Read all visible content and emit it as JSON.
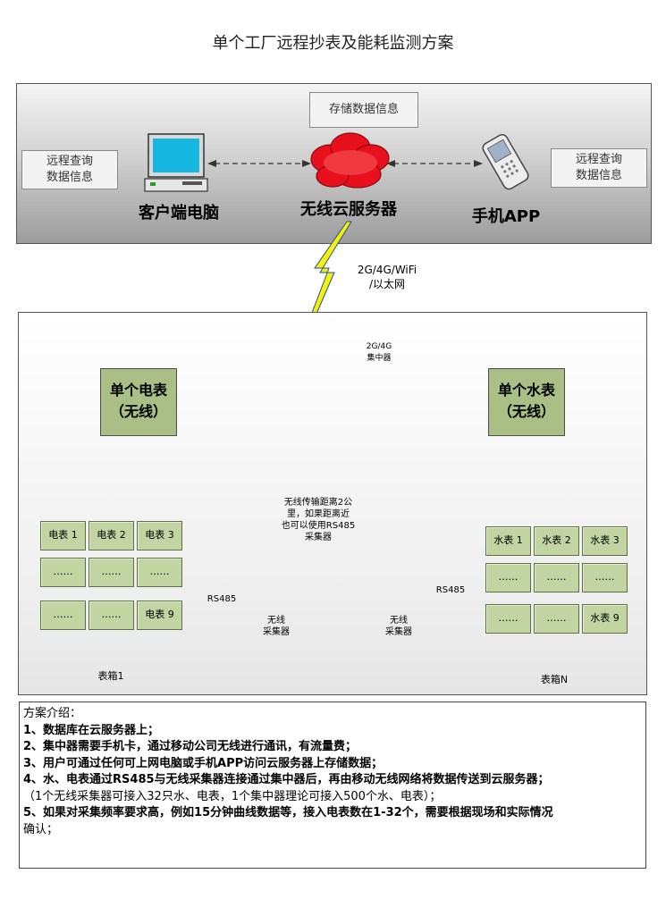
{
  "title": "单个工厂远程抄表及能耗监测方案",
  "cloud_section": {
    "store_box": "存储数据信息",
    "left_query_box": [
      "远程查询",
      "数据信息"
    ],
    "right_query_box": [
      "远程查询",
      "数据信息"
    ],
    "client_label": "客户端电脑",
    "server_label": "无线云服务器",
    "app_label": "手机APP",
    "uplink_label": [
      "2G/4G/WiFi",
      "/以太网"
    ]
  },
  "field_section": {
    "concentrator_label": [
      "2G/4G",
      "集中器"
    ],
    "single_electric_meter": [
      "单个电表",
      "（无线）"
    ],
    "single_water_meter": [
      "单个水表",
      "（无线）"
    ],
    "wireless_note": [
      "无线传输距离2公",
      "里，如果距离近",
      "也可以使用RS485",
      "采集器"
    ],
    "collector_left": [
      "无线",
      "采集器"
    ],
    "collector_right": [
      "无线",
      "采集器"
    ],
    "rs485_left": "RS485",
    "rs485_right": "RS485",
    "electric_box": {
      "label": "表箱1",
      "cells": [
        [
          "电表 1",
          "电表 2",
          "电表 3"
        ],
        [
          "……",
          "……",
          "……"
        ],
        [
          "……",
          "……",
          "电表 9"
        ]
      ]
    },
    "water_box": {
      "label": "表箱N",
      "cells": [
        [
          "水表 1",
          "水表 2",
          "水表 3"
        ],
        [
          "……",
          "……",
          "……"
        ],
        [
          "……",
          "……",
          "水表 9"
        ]
      ]
    }
  },
  "description": {
    "heading": "方案介绍：",
    "lines": [
      "1、数据库在云服务器上；",
      "2、集中器需要手机卡，通过移动公司无线进行通讯，有流量费；",
      "3、用户可通过任何可上网电脑或手机APP访问云服务器上存储数据；",
      "4、水、电表通过RS485与无线采集器连接通过集中器后，再由移动无线网络将数据传送到云服务器；",
      "（1个无线采集器可接入32只水、电表，1个集中器理论可接入500个水、电表）；",
      "5、如果对采集频率要求高，例如15分钟曲线数据等，接入电表数在1-32个，需要根据现场和实际情况",
      "确认；"
    ]
  },
  "colors": {
    "meter_green": "#a9bf86",
    "cell_green": "#c2d4a2",
    "lightning_yellow": "#f2f20c",
    "cloud_red": "#e8101c"
  }
}
